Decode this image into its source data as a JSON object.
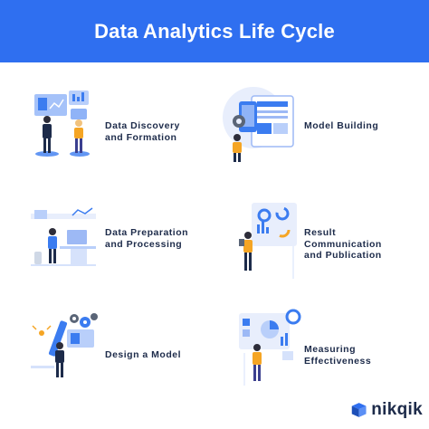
{
  "title": "Data Analytics Life Cycle",
  "colors": {
    "header": "#2f6ff0",
    "text": "#1d2b4a",
    "accent_orange": "#f5a524",
    "accent_blue": "#3b7cf0"
  },
  "steps": [
    {
      "lines": [
        "Data Discovery",
        "and Formation"
      ],
      "icon": "people-analyzing-dashboard-illustration"
    },
    {
      "lines": [
        "Model Building"
      ],
      "icon": "person-building-app-illustration"
    },
    {
      "lines": [
        "Data Preparation",
        "and Processing"
      ],
      "icon": "person-at-desk-illustration"
    },
    {
      "lines": [
        "Result",
        "Communication",
        "and Publication"
      ],
      "icon": "person-presenting-charts-illustration"
    },
    {
      "lines": [
        "Design a Model"
      ],
      "icon": "person-with-pencil-gears-illustration"
    },
    {
      "lines": [
        "Measuring",
        "Effectiveness"
      ],
      "icon": "person-with-charts-illustration"
    }
  ],
  "logo": {
    "text": "nikqik",
    "icon": "cube-logo-icon"
  }
}
